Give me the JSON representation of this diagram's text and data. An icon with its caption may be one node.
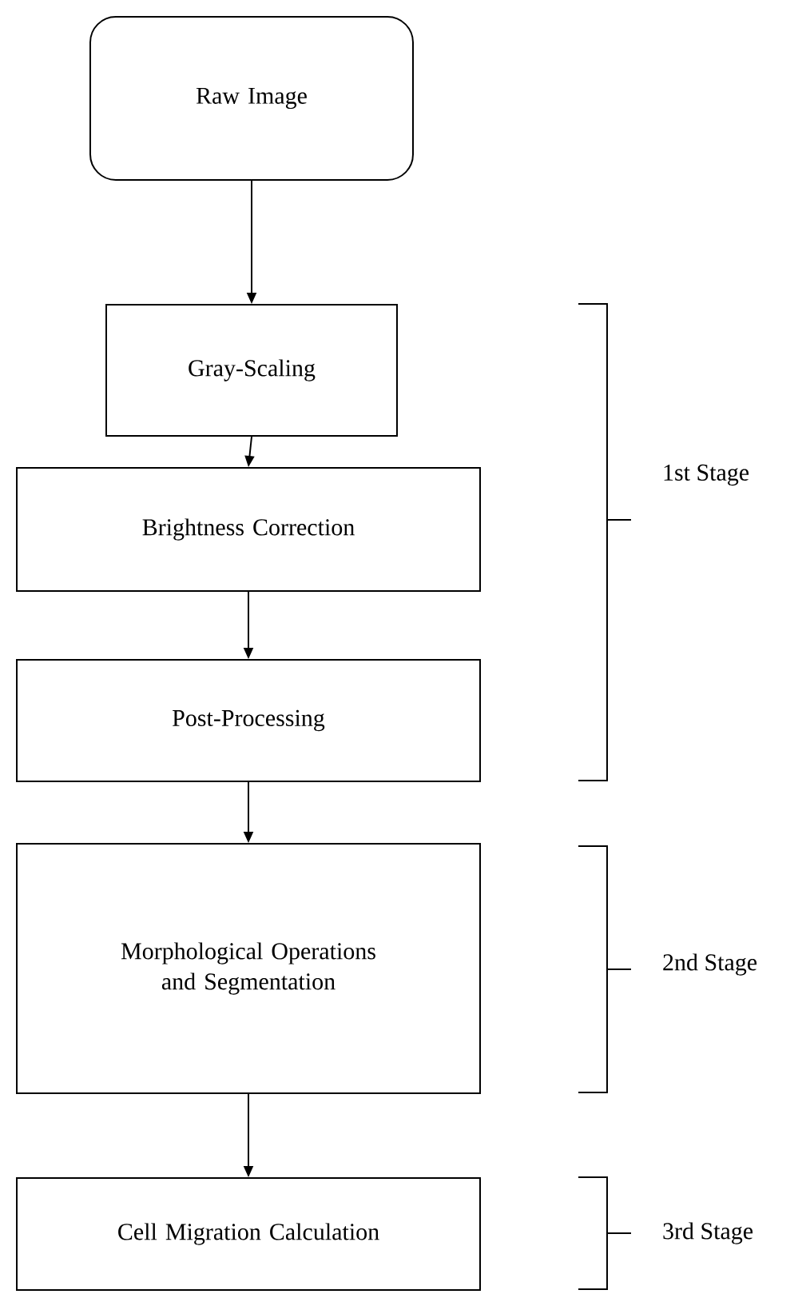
{
  "diagram": {
    "nodes": [
      {
        "text": [
          "Raw Image"
        ]
      },
      {
        "text": [
          "Gray-Scaling"
        ]
      },
      {
        "text": [
          "Brightness Correction"
        ]
      },
      {
        "text": [
          "Post-Processing"
        ]
      },
      {
        "text": [
          "Morphological Operations and Segmentation"
        ]
      },
      {
        "text": [
          "Cell Migration Calculation"
        ]
      }
    ],
    "edges": [
      {
        "from": 0,
        "to": 1,
        "arrow": "to"
      },
      {
        "from": 1,
        "to": 2,
        "arrow": "to"
      },
      {
        "from": 2,
        "to": 3,
        "arrow": "to"
      },
      {
        "from": 3,
        "to": 4,
        "arrow": "to"
      },
      {
        "from": 4,
        "to": 5,
        "arrow": "to"
      }
    ],
    "labels": [
      "1st Stage",
      "2nd Stage",
      "3rd Stage"
    ]
  }
}
